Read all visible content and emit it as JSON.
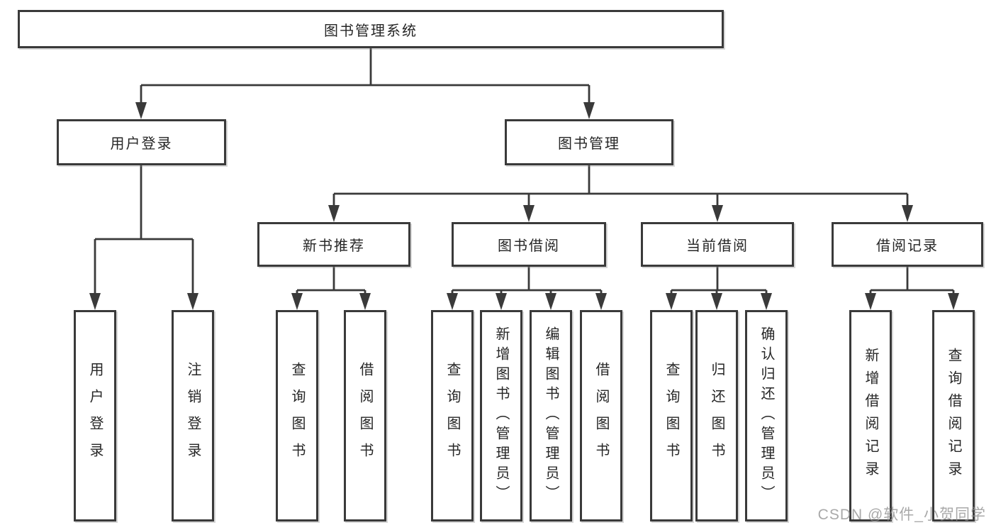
{
  "colors": {
    "background": "#ffffff",
    "line": "#3a3a3a",
    "box_border": "#3a3a3a",
    "text": "#262626",
    "watermark": "#919191"
  },
  "watermark": {
    "text": "CSDN @软件_小贺同学"
  },
  "tree": {
    "label": "图书管理系统",
    "children": [
      {
        "label": "用户登录",
        "children": [
          {
            "label": "用户登录"
          },
          {
            "label": "注销登录"
          }
        ]
      },
      {
        "label": "图书管理",
        "children": [
          {
            "label": "新书推荐",
            "children": [
              {
                "label": "查询图书"
              },
              {
                "label": "借阅图书"
              }
            ]
          },
          {
            "label": "图书借阅",
            "children": [
              {
                "label": "查询图书"
              },
              {
                "label": "新增图书（管理员）"
              },
              {
                "label": "编辑图书（管理员）"
              },
              {
                "label": "借阅图书"
              }
            ]
          },
          {
            "label": "当前借阅",
            "children": [
              {
                "label": "查询图书"
              },
              {
                "label": "归还图书"
              },
              {
                "label": "确认归还（管理员）"
              }
            ]
          },
          {
            "label": "借阅记录",
            "children": [
              {
                "label": "新增借阅记录"
              },
              {
                "label": "查询借阅记录"
              }
            ]
          }
        ]
      }
    ]
  }
}
